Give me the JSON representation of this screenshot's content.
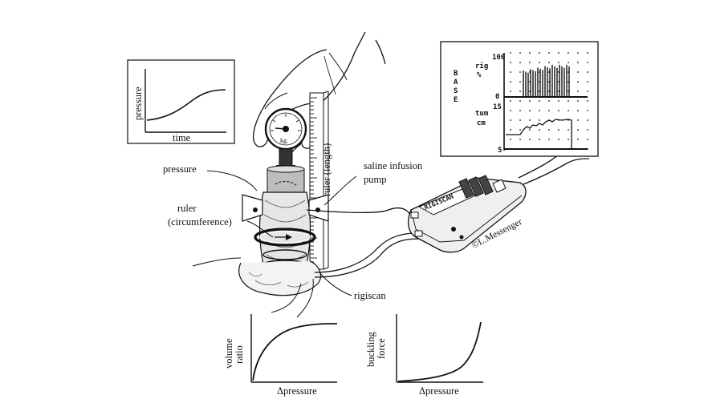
{
  "charts": {
    "pressure_time": {
      "ylabel": "pressure",
      "xlabel": "time"
    },
    "volume_ratio": {
      "ylabel_line1": "volume",
      "ylabel_line2": "ratio",
      "xlabel": "Δpressure"
    },
    "buckling_force": {
      "ylabel_line1": "buckling",
      "ylabel_line2": "force",
      "xlabel": "Δpressure"
    }
  },
  "callouts": {
    "pressure": "pressure",
    "ruler_circ_1": "ruler",
    "ruler_circ_2": "(circumference)",
    "ruler_length": "ruler (length)",
    "saline_1": "saline infusion",
    "saline_2": "pump",
    "rigiscan": "rigiscan",
    "copyright": "©L.Messenger"
  },
  "device": {
    "gauge_unit": "kg.",
    "brand": "RIGISCAN"
  },
  "monitor": {
    "base_label": "BASE",
    "rig_label_1": "rig",
    "rig_label_2": "%",
    "rig_max": "100",
    "rig_min": "0",
    "tum_label_1": "tum",
    "tum_label_2": "cm",
    "tum_max": "15",
    "tum_min": "5"
  },
  "colors": {
    "ink": "#111111",
    "shade": "#cfcfcf",
    "paper": "#ffffff"
  }
}
